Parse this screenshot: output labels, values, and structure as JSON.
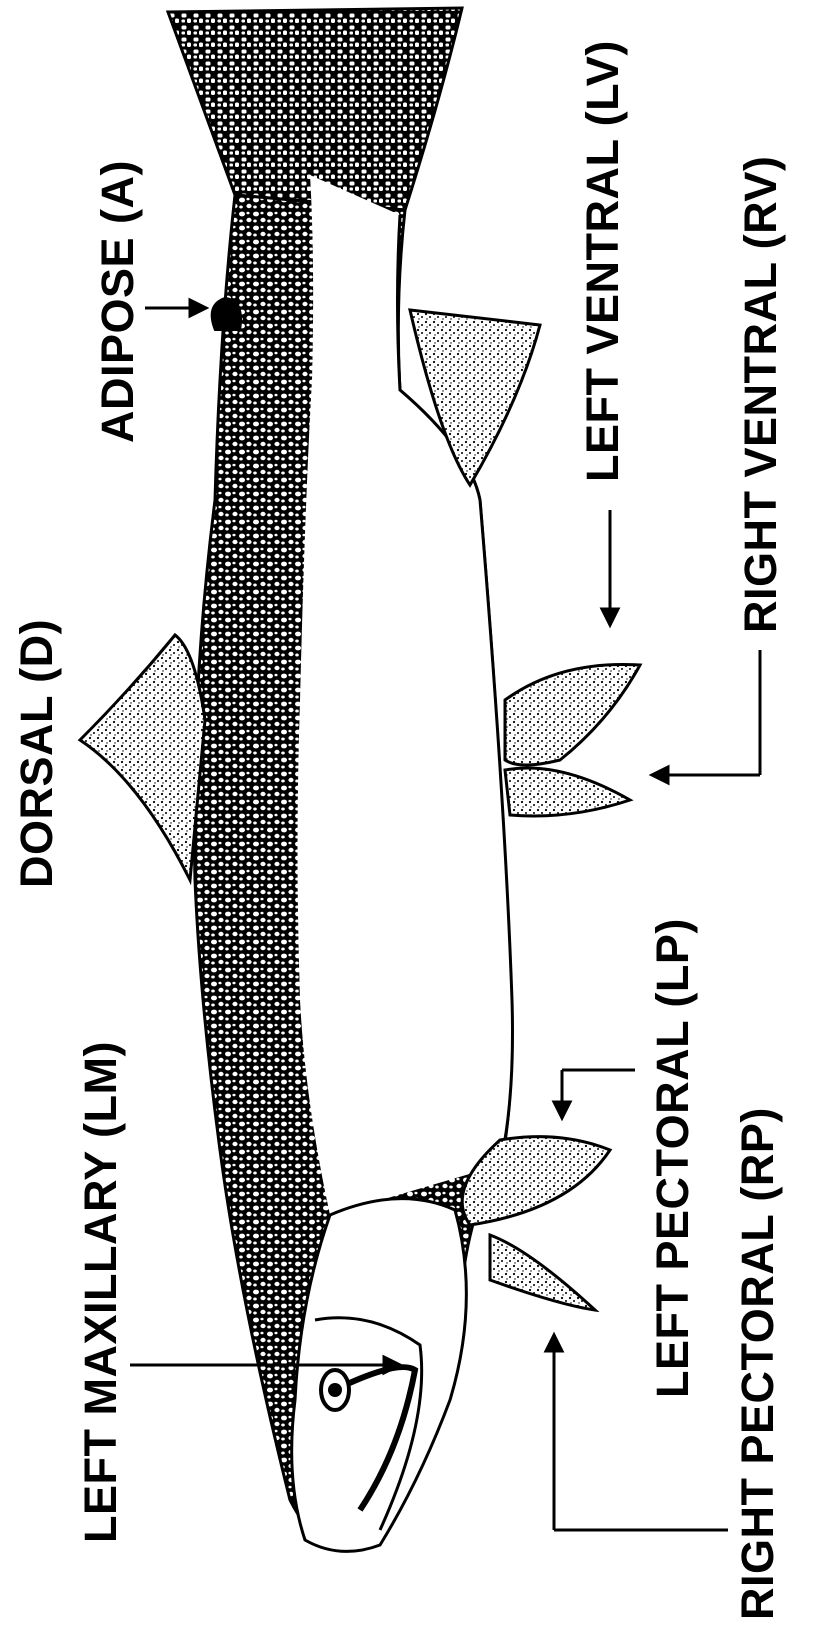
{
  "diagram": {
    "labels": {
      "adipose": "ADIPOSE (A)",
      "dorsal": "DORSAL (D)",
      "left_maxillary": "LEFT MAXILLARY (LM)",
      "left_ventral": "LEFT VENTRAL (LV)",
      "right_ventral": "RIGHT VENTRAL (RV)",
      "left_pectoral": "LEFT PECTORAL (LP)",
      "right_pectoral": "RIGHT PECTORAL (RP)"
    },
    "colors": {
      "ink": "#000000",
      "paper": "#ffffff"
    }
  }
}
